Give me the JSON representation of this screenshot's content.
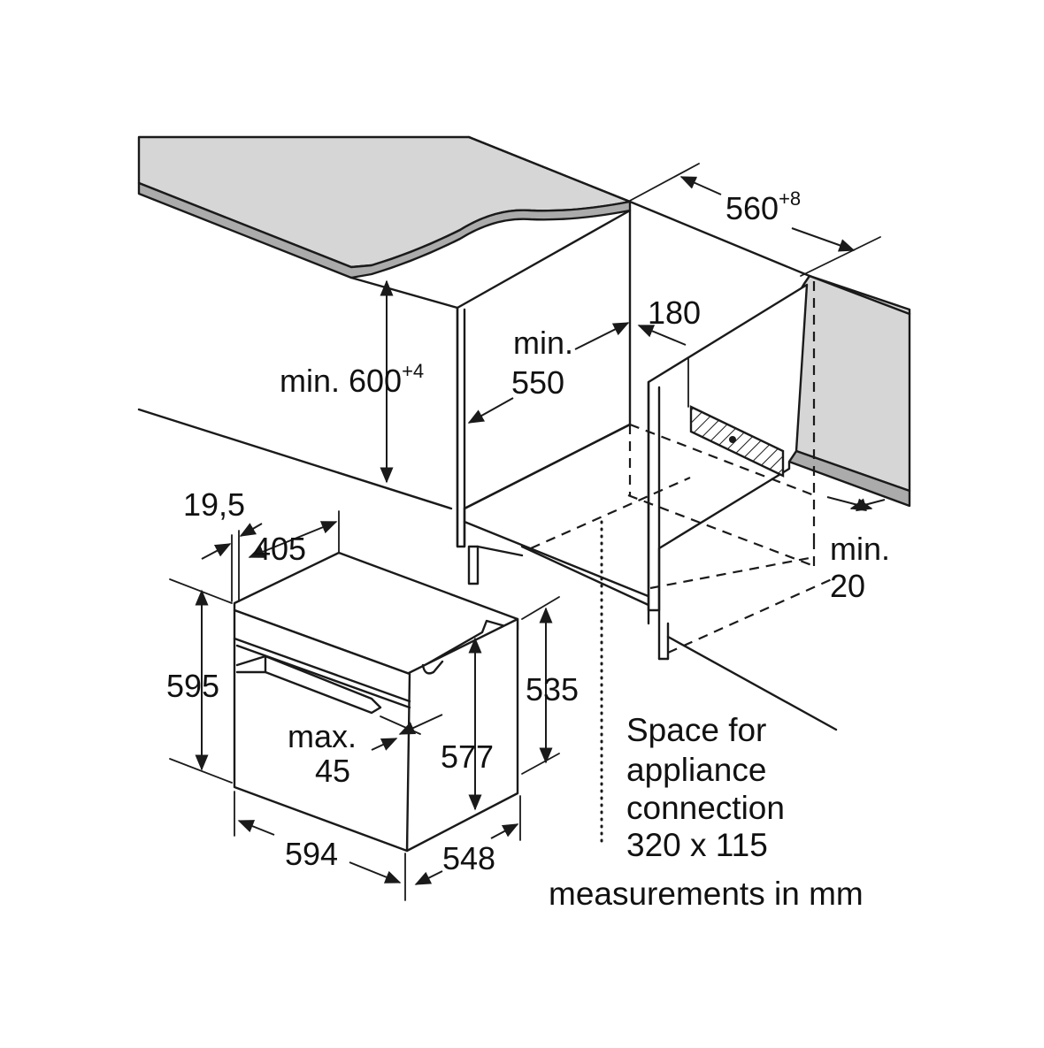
{
  "labels": {
    "d560": "560",
    "d560_sup": "+8",
    "d600": "min. 600",
    "d600_sup": "+4",
    "d550_a": "min.",
    "d550_b": "550",
    "d180": "180",
    "d20_a": "min.",
    "d20_b": "20",
    "d19_5": "19,5",
    "d405": "405",
    "d595": "595",
    "d535": "535",
    "d577": "577",
    "d45_a": "max.",
    "d45_b": "45",
    "d594": "594",
    "d548": "548"
  },
  "notes": {
    "space_line1": "Space for",
    "space_line2": "appliance",
    "space_line3": "connection",
    "space_line4": "320 x 115",
    "units": "measurements in mm"
  }
}
